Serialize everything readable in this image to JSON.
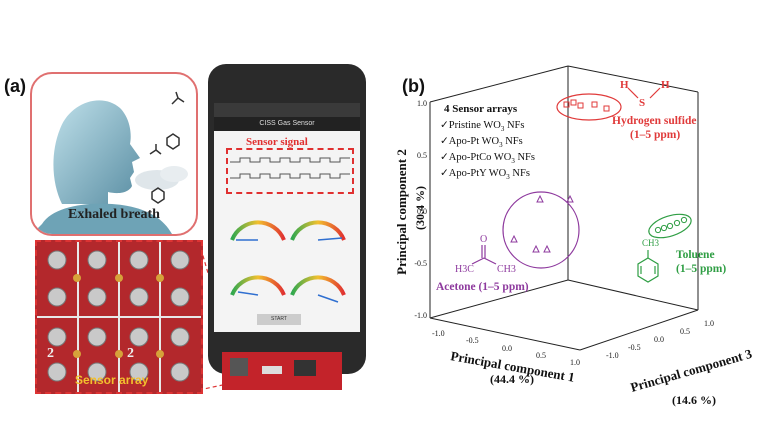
{
  "panel_a": {
    "label": "(a)",
    "breath_label": "Exhaled breath",
    "sensor_signal_label": "Sensor signal",
    "sensor_array_label": "Sensor array",
    "app_title": "CISS Gas Sensor",
    "start_label": "START",
    "board_numbers": [
      "2",
      "2"
    ]
  },
  "panel_b": {
    "label": "(b)",
    "legend": {
      "title": "4 Sensor arrays",
      "items": [
        {
          "prefix": "✓Pristine WO",
          "sub": "3",
          "suffix": " NFs"
        },
        {
          "prefix": "✓Apo-Pt WO",
          "sub": "3",
          "suffix": " NFs"
        },
        {
          "prefix": "✓Apo-PtCo WO",
          "sub": "3",
          "suffix": " NFs"
        },
        {
          "prefix": "✓Apo-PtY WO",
          "sub": "3",
          "suffix": " NFs"
        }
      ]
    },
    "groups": {
      "h2s": {
        "name": "Hydrogen sulfide",
        "range": "(1–5 ppm)",
        "color": "#e03a3a",
        "atom_h": "H",
        "atom_s": "S"
      },
      "toluene": {
        "name": "Toluene",
        "range": "(1–5 ppm)",
        "color": "#2f9e44",
        "ch3": "CH3"
      },
      "acetone": {
        "name": "Acetone (1–5 ppm)",
        "color": "#8e3a9e",
        "atom_o": "O",
        "h3c": "H3C",
        "ch3": "CH3"
      }
    }
  },
  "chart_data": {
    "type": "scatter",
    "projection": "3d",
    "xlabel": "Principal component 1",
    "xlabel_pct": "(44.4 %)",
    "ylabel": "Principal component 2",
    "ylabel_pct": "(30.4 %)",
    "zlabel": "Principal component 3",
    "zlabel_pct": "(14.6 %)",
    "pc2_ticks": [
      "1.0",
      "0.5",
      "0.0",
      "-0.5",
      "-1.0"
    ],
    "pc1_ticks": [
      "-1.0",
      "-0.5",
      "0.0",
      "0.5",
      "1.0"
    ],
    "pc3_ticks": [
      "-1.0",
      "-0.5",
      "0.0",
      "0.5",
      "1.0"
    ],
    "pc2_top_tick": "1.0",
    "series": [
      {
        "name": "Hydrogen sulfide",
        "marker": "square",
        "color": "#e03a3a",
        "count": 5
      },
      {
        "name": "Toluene",
        "marker": "circle",
        "color": "#2f9e44",
        "count": 5
      },
      {
        "name": "Acetone",
        "marker": "triangle",
        "color": "#8e3a9e",
        "count": 5
      }
    ]
  }
}
